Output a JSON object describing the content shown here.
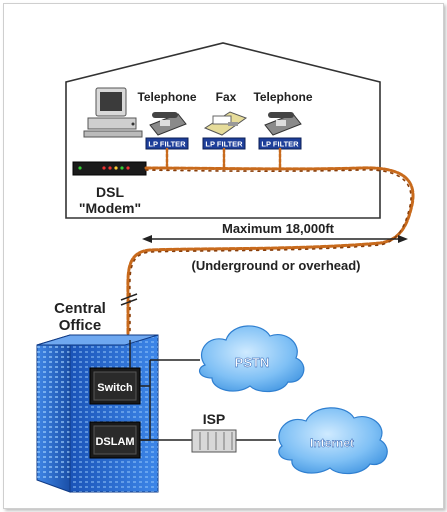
{
  "house": {
    "devices": [
      "Telephone",
      "Fax",
      "Telephone"
    ],
    "filter_label": "LP FILTER",
    "modem_label_line1": "DSL",
    "modem_label_line2": "\"Modem\""
  },
  "line": {
    "distance_label": "Maximum 18,000ft",
    "medium_label": "(Underground or overhead)"
  },
  "central_office": {
    "title_line1": "Central",
    "title_line2": "Office",
    "switch_label": "Switch",
    "dslam_label": "DSLAM"
  },
  "networks": {
    "pstn_label": "PSTN",
    "isp_label": "ISP",
    "internet_label": "Internet"
  },
  "colors": {
    "wire": "#c86a1c",
    "building": "#2a6fd6",
    "cloud": "#5aa9ee",
    "filter_box": "#1e3f9a"
  }
}
